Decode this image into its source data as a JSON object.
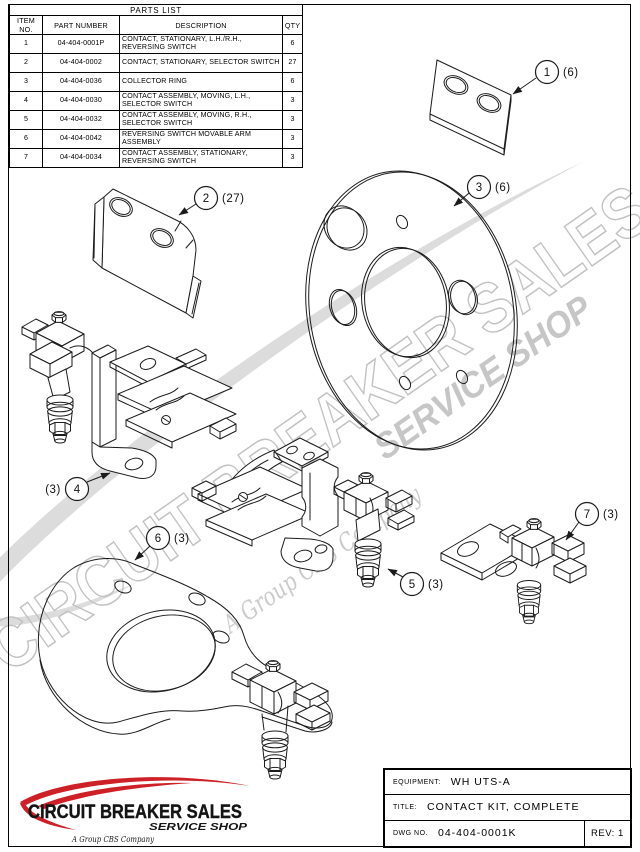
{
  "parts_list": {
    "title": "PARTS LIST",
    "columns": [
      "ITEM NO.",
      "PART NUMBER",
      "DESCRIPTION",
      "QTY"
    ],
    "rows": [
      {
        "item": "1",
        "part_number": "04-404-0001P",
        "description": "CONTACT, STATIONARY, L.H./R.H., REVERSING SWITCH",
        "qty": "6"
      },
      {
        "item": "2",
        "part_number": "04-404-0002",
        "description": "CONTACT, STATIONARY, SELECTOR SWITCH",
        "qty": "27"
      },
      {
        "item": "3",
        "part_number": "04-404-0036",
        "description": "COLLECTOR RING",
        "qty": "6"
      },
      {
        "item": "4",
        "part_number": "04-404-0030",
        "description": "CONTACT ASSEMBLY, MOVING, L.H., SELECTOR SWITCH",
        "qty": "3"
      },
      {
        "item": "5",
        "part_number": "04-404-0032",
        "description": "CONTACT ASSEMBLY, MOVING, R.H., SELECTOR SWITCH",
        "qty": "3"
      },
      {
        "item": "6",
        "part_number": "04-404-0042",
        "description": "REVERSING SWITCH MOVABLE ARM ASSEMBLY",
        "qty": "3"
      },
      {
        "item": "7",
        "part_number": "04-404-0034",
        "description": "CONTACT ASSEMBLY, STATIONARY, REVERSING SWITCH",
        "qty": "3"
      }
    ]
  },
  "callouts": [
    {
      "item": "1",
      "qty": "(6)"
    },
    {
      "item": "2",
      "qty": "(27)"
    },
    {
      "item": "3",
      "qty": "(6)"
    },
    {
      "item": "4",
      "qty": "(3)"
    },
    {
      "item": "5",
      "qty": "(3)"
    },
    {
      "item": "6",
      "qty": "(3)"
    },
    {
      "item": "7",
      "qty": "(3)"
    }
  ],
  "watermark": {
    "text": "CIRCUIT BREAKER SALES",
    "tagline": "SERVICE SHOP",
    "subtitle": "A Group CBS Company",
    "color": "#c6c6c6"
  },
  "logo": {
    "name": "CIRCUIT BREAKER SALES",
    "tagline": "SERVICE SHOP",
    "subtitle": "A Group CBS Company",
    "accent": "#ce2127",
    "text_color": "#141414"
  },
  "title_block": {
    "equipment_label": "EQUIPMENT:",
    "equipment_value": "WH UTS-A",
    "title_label": "TITLE:",
    "title_value": "CONTACT KIT, COMPLETE",
    "dwg_label": "DWG NO.",
    "dwg_value": "04-404-0001K",
    "rev_value": "REV: 1"
  }
}
